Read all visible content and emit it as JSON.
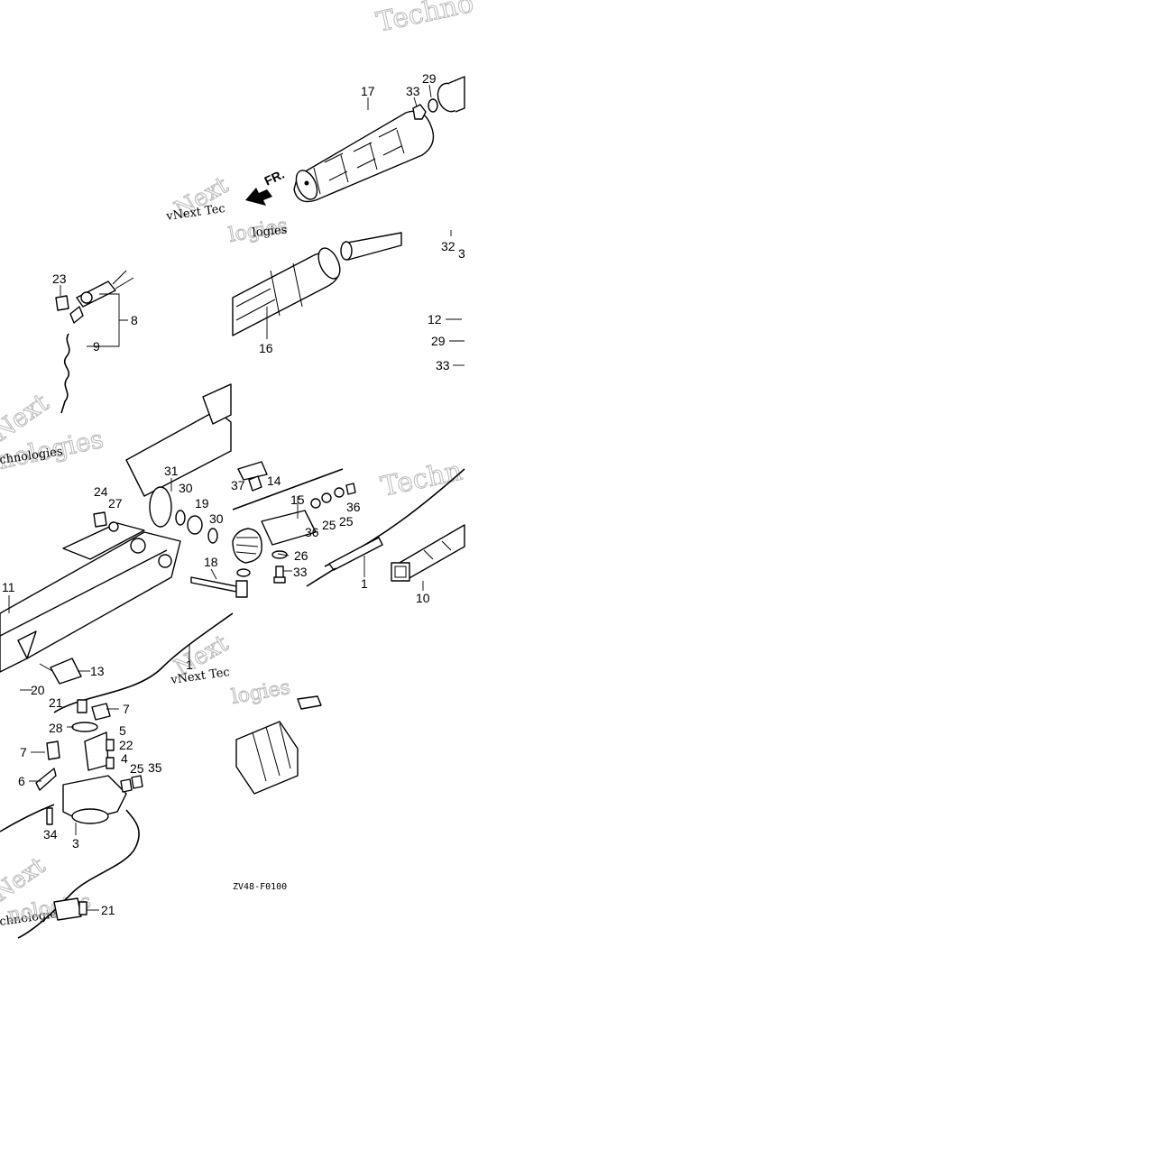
{
  "drawing_code": "ZV48-F0100",
  "front_arrow_label": "FR.",
  "watermarks": {
    "text": "vNext Technologies",
    "fragment_top": "Techno",
    "fragment_right": "Techn",
    "fragment_left": "Next",
    "fragment_left2": "nologies",
    "fragment_left3": "chnologies",
    "fragment_mid": "vNext Tec",
    "fragment_mid2": "logies"
  },
  "callouts": {
    "c17": "17",
    "c33a": "33",
    "c29a": "29",
    "c32": "32",
    "c3x": "3",
    "c12": "12",
    "c29b": "29",
    "c33b": "33",
    "c16": "16",
    "c23": "23",
    "c8": "8",
    "c9": "9",
    "c37": "37",
    "c14": "14",
    "c31": "31",
    "c30a": "30",
    "c19": "19",
    "c30b": "30",
    "c24": "24",
    "c27": "27",
    "c15": "15",
    "c36a": "36",
    "c25a": "25",
    "c25b": "25",
    "c36b": "36",
    "c26": "26",
    "c33c": "33",
    "c18": "18",
    "c11": "11",
    "c13": "13",
    "c1a": "1",
    "c1b": "1",
    "c10": "10",
    "c20": "20",
    "c21a": "21",
    "c7a": "7",
    "c28": "28",
    "c5": "5",
    "c22": "22",
    "c7b": "7",
    "c4": "4",
    "c25c": "25",
    "c35": "35",
    "c6": "6",
    "c34": "34",
    "c3": "3",
    "c21b": "21"
  }
}
